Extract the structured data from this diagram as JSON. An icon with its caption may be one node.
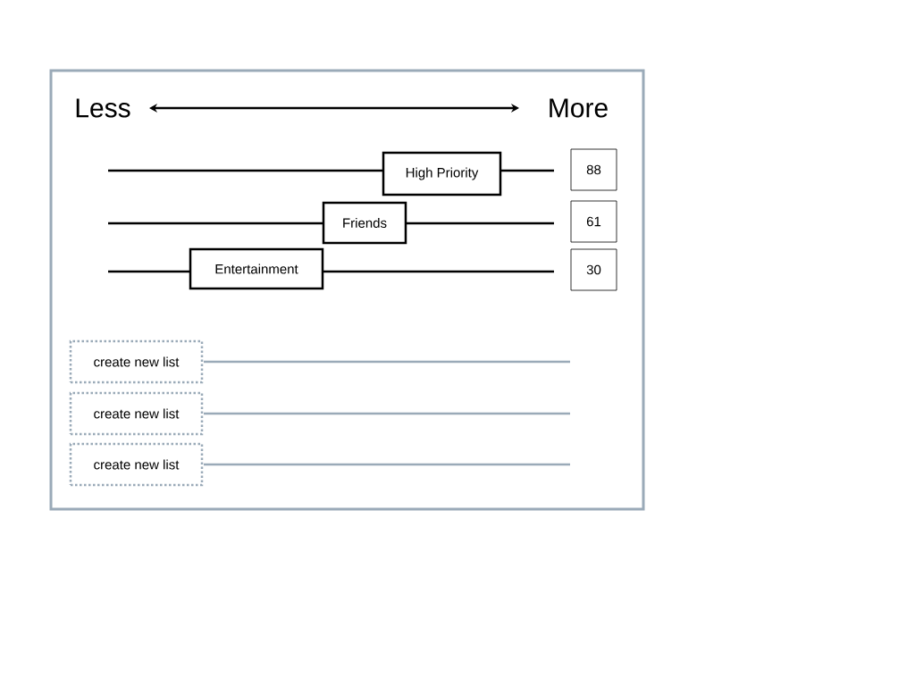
{
  "diagram": {
    "nodes": [
      {
        "text": [
          "High Priority"
        ]
      },
      {
        "text": [
          "Friends"
        ]
      },
      {
        "text": [
          "Entertainment"
        ]
      },
      {
        "text": [
          "88"
        ]
      },
      {
        "text": [
          "61"
        ]
      },
      {
        "text": [
          "30"
        ]
      },
      {
        "text": [
          "create new list"
        ]
      },
      {
        "text": [
          "create new list"
        ]
      },
      {
        "text": [
          "create new list"
        ]
      }
    ],
    "labels": [
      "Less",
      "More"
    ]
  }
}
